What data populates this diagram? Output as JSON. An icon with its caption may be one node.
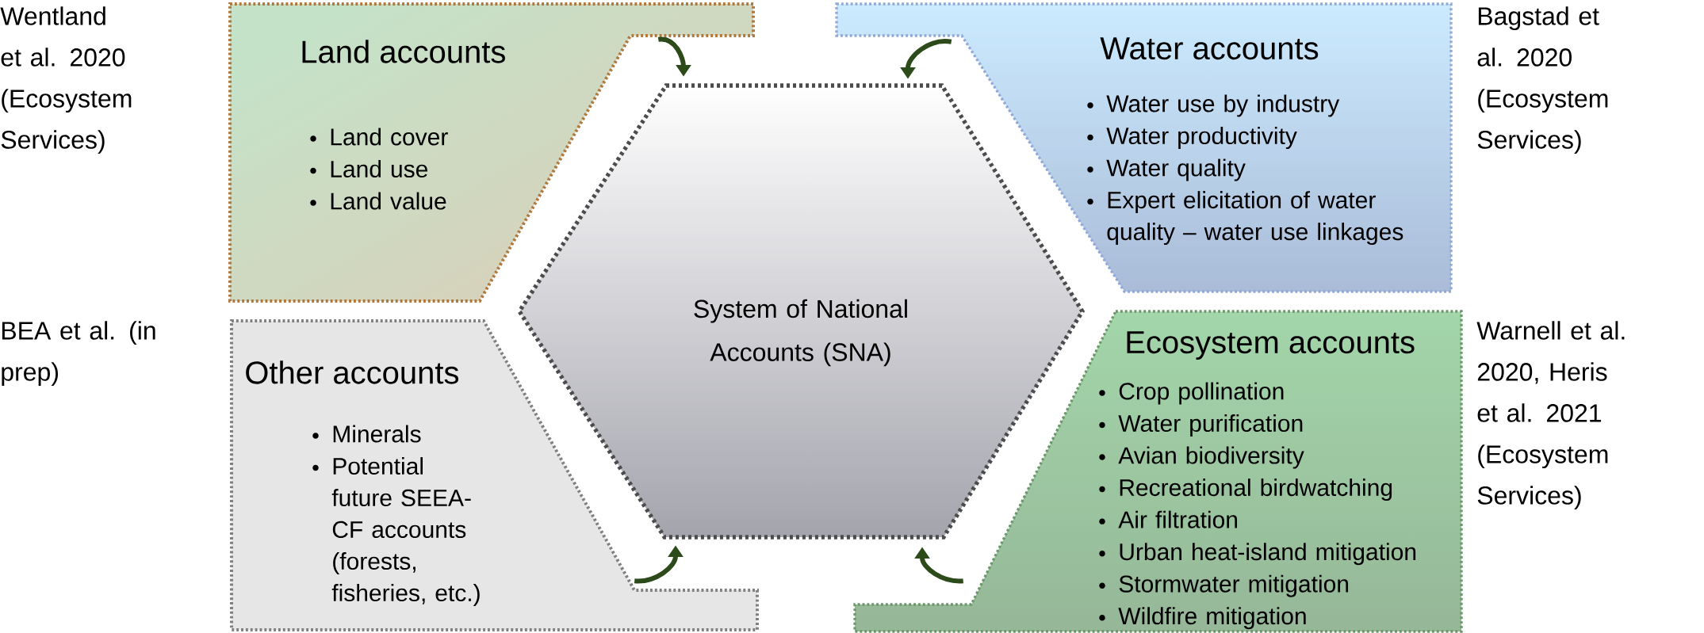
{
  "diagram": {
    "nodes": [
      {
        "text": [
          "System of National Accounts (SNA)"
        ]
      },
      {
        "text": [
          "Land accounts",
          "Land cover",
          "Land use",
          "Land value"
        ],
        "beside": [
          "Wentland et al. 2020 (Ecosystem Services)"
        ]
      },
      {
        "text": [
          "Water accounts",
          "Water use by industry",
          "Water productivity",
          "Water quality",
          "Expert elicitation of water quality – water use linkages"
        ],
        "beside": [
          "Bagstad et al. 2020 (Ecosystem Services)"
        ]
      },
      {
        "text": [
          "Other accounts",
          "Minerals",
          "Potential future SEEA-CF accounts (forests, fisheries, etc.)"
        ],
        "beside": [
          "BEA et al. (in prep)"
        ]
      },
      {
        "text": [
          "Ecosystem accounts",
          "Crop pollination",
          "Water purification",
          "Avian biodiversity",
          "Recreational birdwatching",
          "Air filtration",
          "Urban heat-island mitigation",
          "Stormwater mitigation",
          "Wildfire mitigation"
        ],
        "beside": [
          "Warnell et al. 2020, Heris et al. 2021 (Ecosystem Services)"
        ]
      }
    ],
    "edges": [
      {
        "from": 1,
        "to": 0,
        "arrow": "to"
      },
      {
        "from": 2,
        "to": 0,
        "arrow": "to"
      },
      {
        "from": 3,
        "to": 0,
        "arrow": "to"
      },
      {
        "from": 4,
        "to": 0,
        "arrow": "to"
      }
    ]
  }
}
